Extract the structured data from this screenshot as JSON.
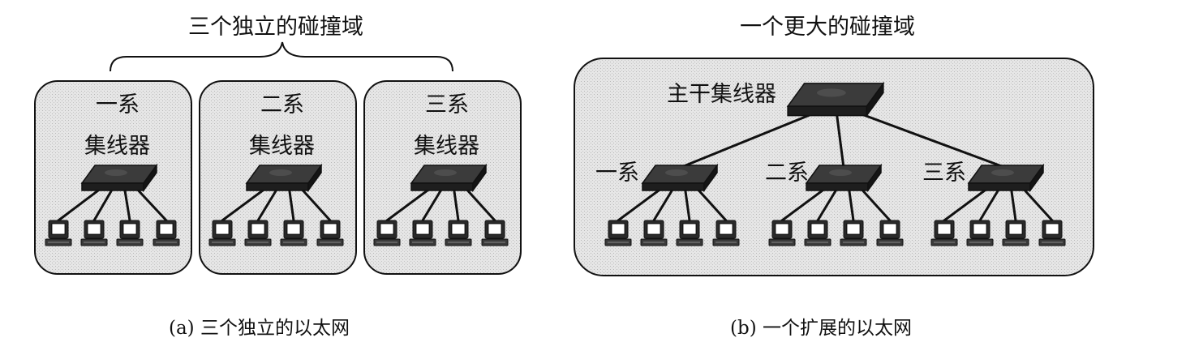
{
  "panel_a": {
    "title": "三个独立的碰撞域",
    "caption": "(a) 三个独立的以太网",
    "groups": [
      {
        "dept": "一系",
        "hub": "集线器"
      },
      {
        "dept": "二系",
        "hub": "集线器"
      },
      {
        "dept": "三系",
        "hub": "集线器"
      }
    ]
  },
  "panel_b": {
    "title": "一个更大的碰撞域",
    "caption": "(b) 一个扩展的以太网",
    "backbone_label": "主干集线器",
    "groups": [
      {
        "dept": "一系"
      },
      {
        "dept": "二系"
      },
      {
        "dept": "三系"
      }
    ]
  },
  "colors": {
    "domain_fill": "#e4e4e4",
    "hub_fill": "#3b3b3b",
    "stroke": "#111111"
  }
}
